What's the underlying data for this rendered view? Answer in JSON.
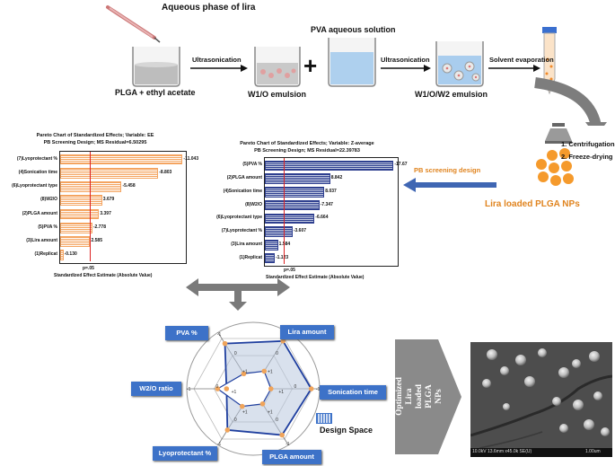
{
  "process": {
    "aqueous_label": "Aqueous phase of lira",
    "pva_label": "PVA aqueous solution",
    "step1": "PLGA + ethyl acetate",
    "step2": "W1/O emulsion",
    "step3": "W1/O/W2 emulsion",
    "arrow1": "Ultrasonication",
    "arrow2": "Ultrasonication",
    "arrow3": "Solvent evaporation",
    "plus": "+",
    "post1": "1. Centrifugation",
    "post2": "2. Freeze-drying",
    "nps": "Lira loaded PLGA NPs",
    "pb_design": "PB screening design"
  },
  "pareto_ee": {
    "title1": "Pareto Chart of Standardized Effects; Variable: EE",
    "title2": "PB Screening Design; MS Residual=6.50295",
    "xlabel": "Standardized Effect Estimate (Absolute Value)",
    "p_note": "p=.05",
    "p_value": 2.776,
    "xmax": 11.5,
    "bar_color": "#f4a460",
    "bars": [
      {
        "label": "(7)Lyoprotectant %",
        "value": 11.043,
        "text": "-11.043"
      },
      {
        "label": "(4)Sonication time",
        "value": 8.803,
        "text": "-8.803"
      },
      {
        "label": "(6)Lyoprotectant type",
        "value": 5.458,
        "text": "-5.458"
      },
      {
        "label": "(8)W2/O",
        "value": 3.679,
        "text": "3.679"
      },
      {
        "label": "(2)PLGA amount",
        "value": 3.397,
        "text": "3.397"
      },
      {
        "label": "(5)PVA %",
        "value": 2.778,
        "text": "-2.778"
      },
      {
        "label": "(3)Lira amount",
        "value": 2.585,
        "text": "2.585"
      },
      {
        "label": "(1)Replicat",
        "value": 0.13,
        "text": "-0.130"
      }
    ]
  },
  "pareto_z": {
    "title1": "Pareto Chart of Standardized Effects; Variable: Z-average",
    "title2": "PB Screening Design; MS Residual=22.39783",
    "xlabel": "Standardized Effect Estimate (Absolute Value)",
    "p_note": "p=.05",
    "p_value": 2.776,
    "xmax": 18.5,
    "bar_color": "#2e3f8f",
    "bars": [
      {
        "label": "(5)PVA %",
        "value": 17.67,
        "text": "-17.67"
      },
      {
        "label": "(2)PLGA amount",
        "value": 8.842,
        "text": "8.842"
      },
      {
        "label": "(4)Sonication time",
        "value": 8.037,
        "text": "8.037"
      },
      {
        "label": "(8)W2/O",
        "value": 7.347,
        "text": "-7.347"
      },
      {
        "label": "(6)Lyoprotectant type",
        "value": 6.664,
        "text": "-6.664"
      },
      {
        "label": "(7)Lyoprotectant %",
        "value": 3.607,
        "text": "-3.607"
      },
      {
        "label": "(3)Lira amount",
        "value": 1.584,
        "text": "1.584"
      },
      {
        "label": "(1)Replicat",
        "value": 1.123,
        "text": "-1.123"
      }
    ]
  },
  "radar": {
    "axes": [
      {
        "label": "Lira amount"
      },
      {
        "label": "Sonication time"
      },
      {
        "label": "PLGA amount"
      },
      {
        "label": "Lyoprotectant %"
      },
      {
        "label": "W2/O ratio"
      },
      {
        "label": "PVA %"
      }
    ],
    "outer": "-1",
    "mid": "0",
    "inner": "+1",
    "legend": "Design Space",
    "shape_color": "#1f3f9f",
    "point_color": "#f0a45a",
    "fill_color": "#b9c8df"
  },
  "final": {
    "label": "Optimized Lira loaded PLGA NPs",
    "sem_info": "10.0kV 13.6mm x45.0k SE(U)",
    "sem_scale": "1.00um"
  }
}
